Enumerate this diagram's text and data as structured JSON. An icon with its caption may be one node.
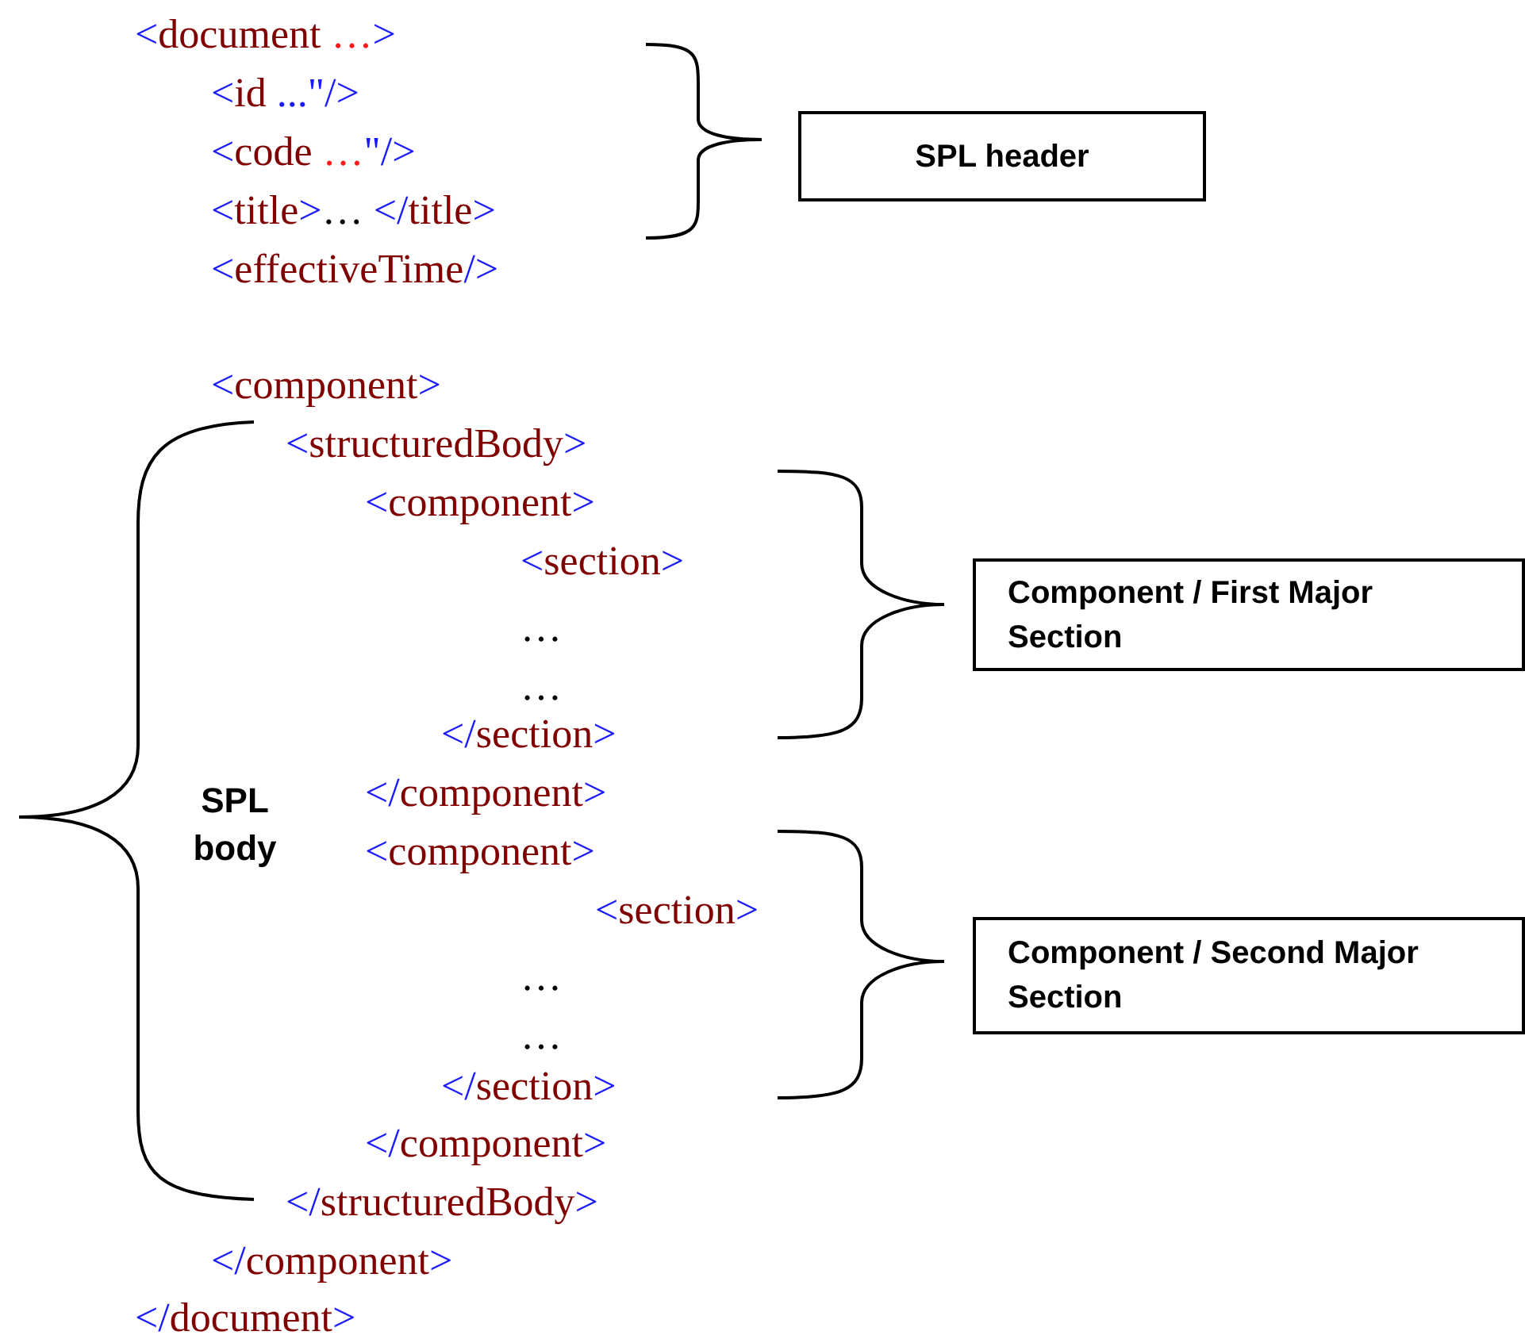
{
  "diagram": {
    "nodes": [
      {
        "text": [
          "SPL header"
        ]
      },
      {
        "text": [
          "Component / First Major Section"
        ]
      },
      {
        "text": [
          "Component / Second Major Section"
        ]
      }
    ],
    "labels": [
      "<document …>",
      "<id ...\"/>",
      "<code …\"/>",
      "<title>… </title>",
      "<effectiveTime/>",
      "<component>",
      "<structuredBody>",
      "<component>",
      "<section>",
      "…",
      "…",
      "</section>",
      "</component>",
      "SPL body",
      "<component>",
      "<section>",
      "…",
      "…",
      "</section>",
      "</component>",
      "</structuredBody>",
      "</component>",
      "</document>"
    ]
  }
}
